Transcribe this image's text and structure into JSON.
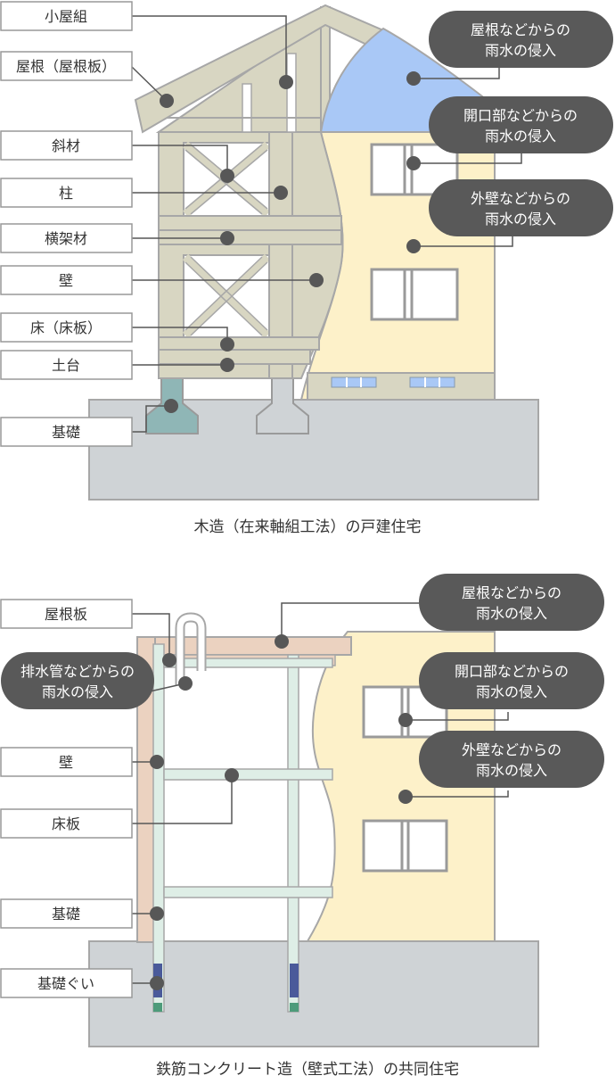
{
  "wood_house": {
    "caption": "木造（在来軸組工法）の戸建住宅",
    "labels": {
      "koyagumi": "小屋組",
      "yane": "屋根（屋根板）",
      "shazai": "斜材",
      "hashira": "柱",
      "yokokazai": "横架材",
      "kabe": "壁",
      "yuka": "床（床板）",
      "dodai": "土台",
      "kiso": "基礎"
    },
    "callouts": {
      "roof": [
        "屋根などからの",
        "雨水の侵入"
      ],
      "opening": [
        "開口部などからの",
        "雨水の侵入"
      ],
      "wall": [
        "外壁などからの",
        "雨水の侵入"
      ]
    }
  },
  "rc_house": {
    "caption": "鉄筋コンクリート造（壁式工法）の共同住宅",
    "labels": {
      "yaneita": "屋根板",
      "kabe": "壁",
      "yukaita": "床板",
      "kiso": "基礎",
      "kisogui": "基礎ぐい"
    },
    "callouts": {
      "drain": [
        "排水管などからの",
        "雨水の侵入"
      ],
      "roof": [
        "屋根などからの",
        "雨水の侵入"
      ],
      "opening": [
        "開口部などからの",
        "雨水の侵入"
      ],
      "wall": [
        "外壁などからの",
        "雨水の侵入"
      ]
    }
  },
  "colors": {
    "ground": "#cfd3d6",
    "frame": "#d8d6c2",
    "outline": "#a7a7a7",
    "wall_cream": "#fdf1c9",
    "roof_blue": "#a9c8f6",
    "foundation_teal": "#8fb6b6",
    "rc_pink": "#ebd2c0",
    "rc_green": "#deeee6",
    "callout_dark": "#595959",
    "dot": "#575757"
  }
}
